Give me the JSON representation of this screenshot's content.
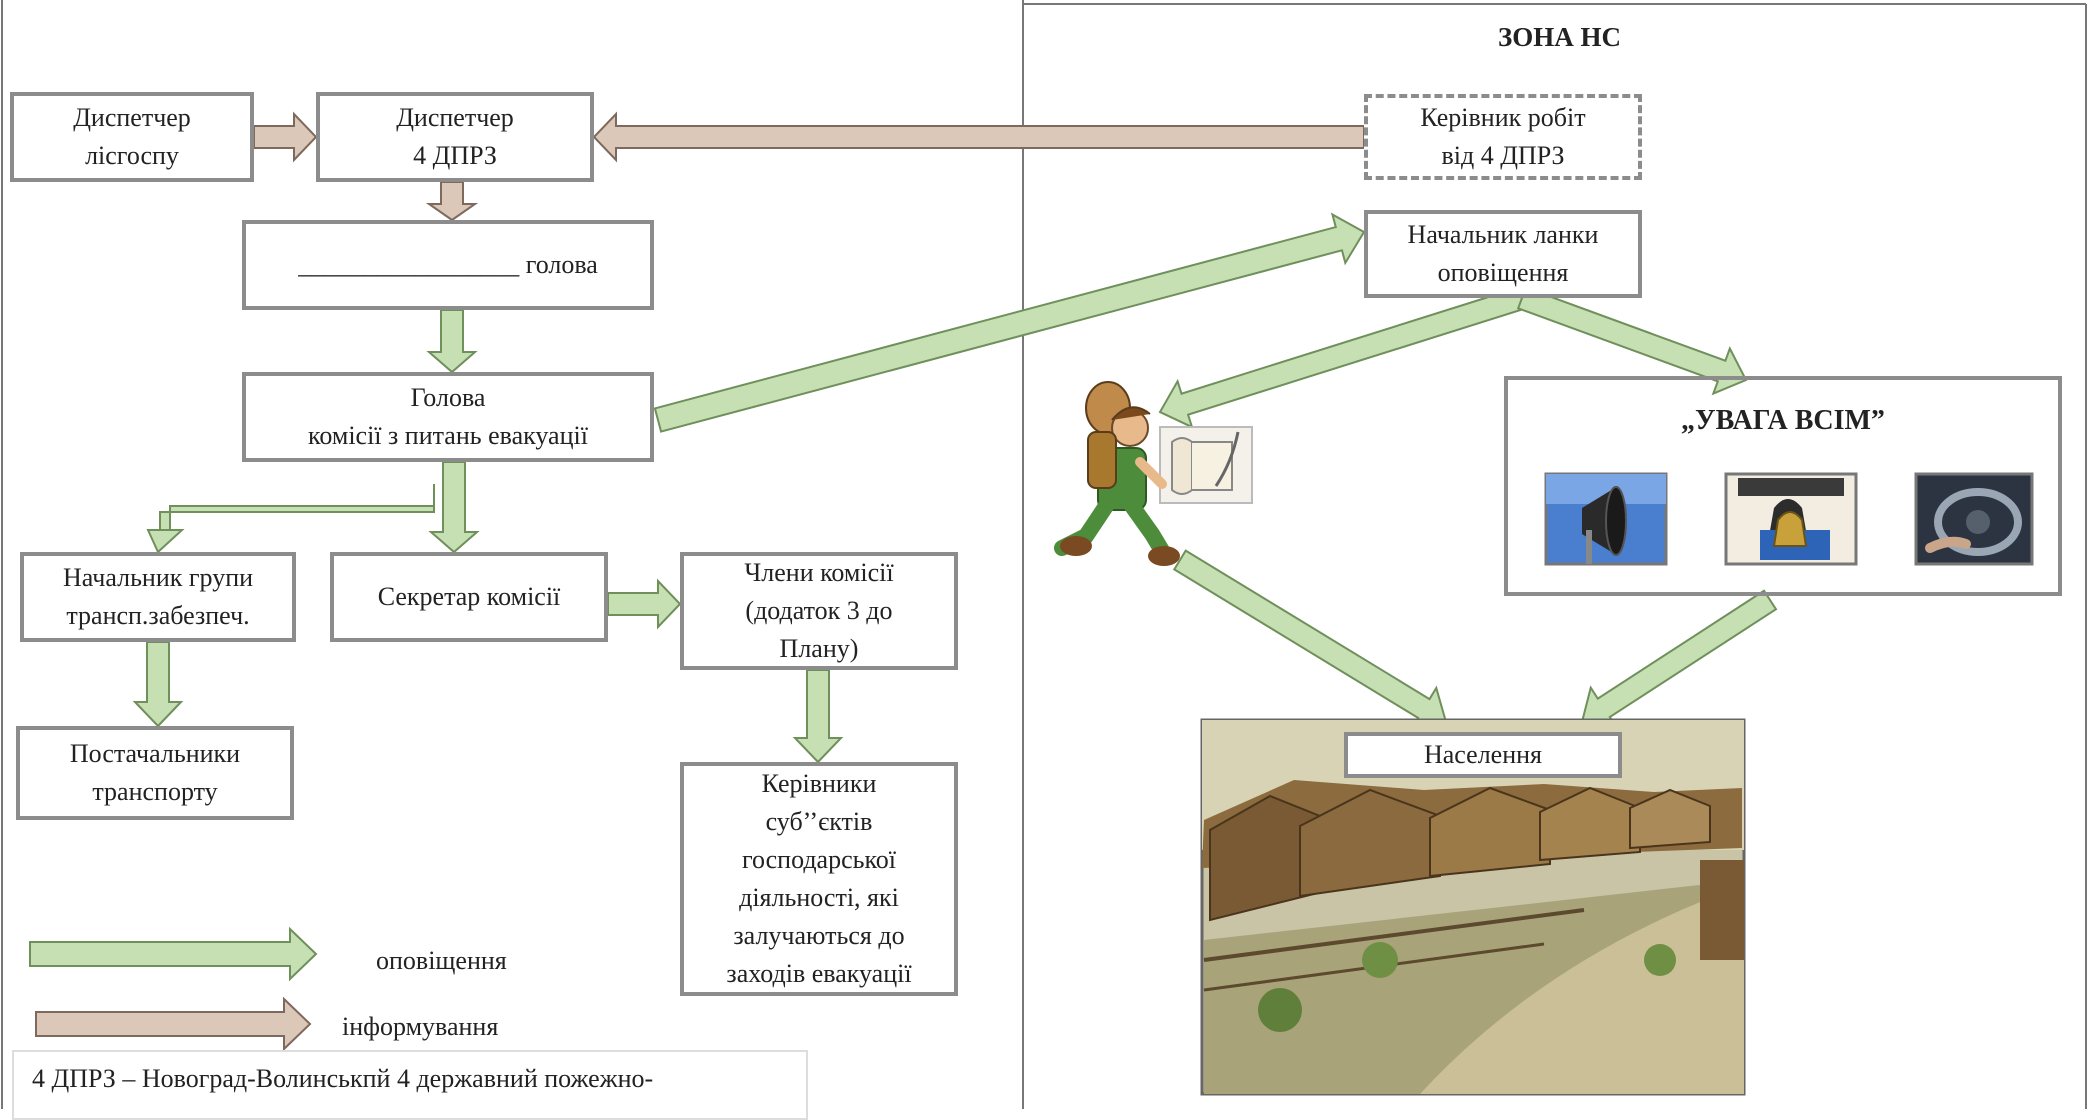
{
  "zone": {
    "title": "ЗОНА НС"
  },
  "boxes": {
    "dispatcher_forestry": "Диспетчер\nлісгоспу",
    "dispatcher_dprz": "Диспетчер\n4 ДПРЗ",
    "head_blank": "_________________ голова",
    "head_commission": "Голова\nкомісії з питань евакуації",
    "transport_group": "Начальник групи\nтрансп.забезпеч.",
    "secretary": "Секретар комісії",
    "members": "Члени комісії\n(додаток 3 до\nПлану)",
    "suppliers": "Постачальники\nтранспорту",
    "managers": "Керівники\nсуб’’єктів\nгосподарської\nдіяльності, які\nзалучаються до\nзаходів евакуації",
    "work_manager": "Керівник робіт\nвід 4 ДПРЗ",
    "notify_head": "Начальник ланки\nоповіщення",
    "attention_title": "„УВАГА ВСІМ”",
    "population": "Населення"
  },
  "legend": {
    "notify": "оповіщення",
    "inform": "інформування",
    "footnote": "4 ДПРЗ – Новоград-Волинськпй 4 державний пожежно-"
  },
  "icons": {
    "messenger": "messenger-with-scroll-icon",
    "loudspeaker": "loudspeaker-icon",
    "bell": "bell-icon",
    "car": "car-horn-icon",
    "village": "village-painting"
  },
  "colors": {
    "notify_fill": "#c6e0b4",
    "notify_stroke": "#6f8f5b",
    "inform_fill": "#dbc8b9",
    "inform_stroke": "#7d6a5d",
    "box_border": "#8c8c8c"
  }
}
